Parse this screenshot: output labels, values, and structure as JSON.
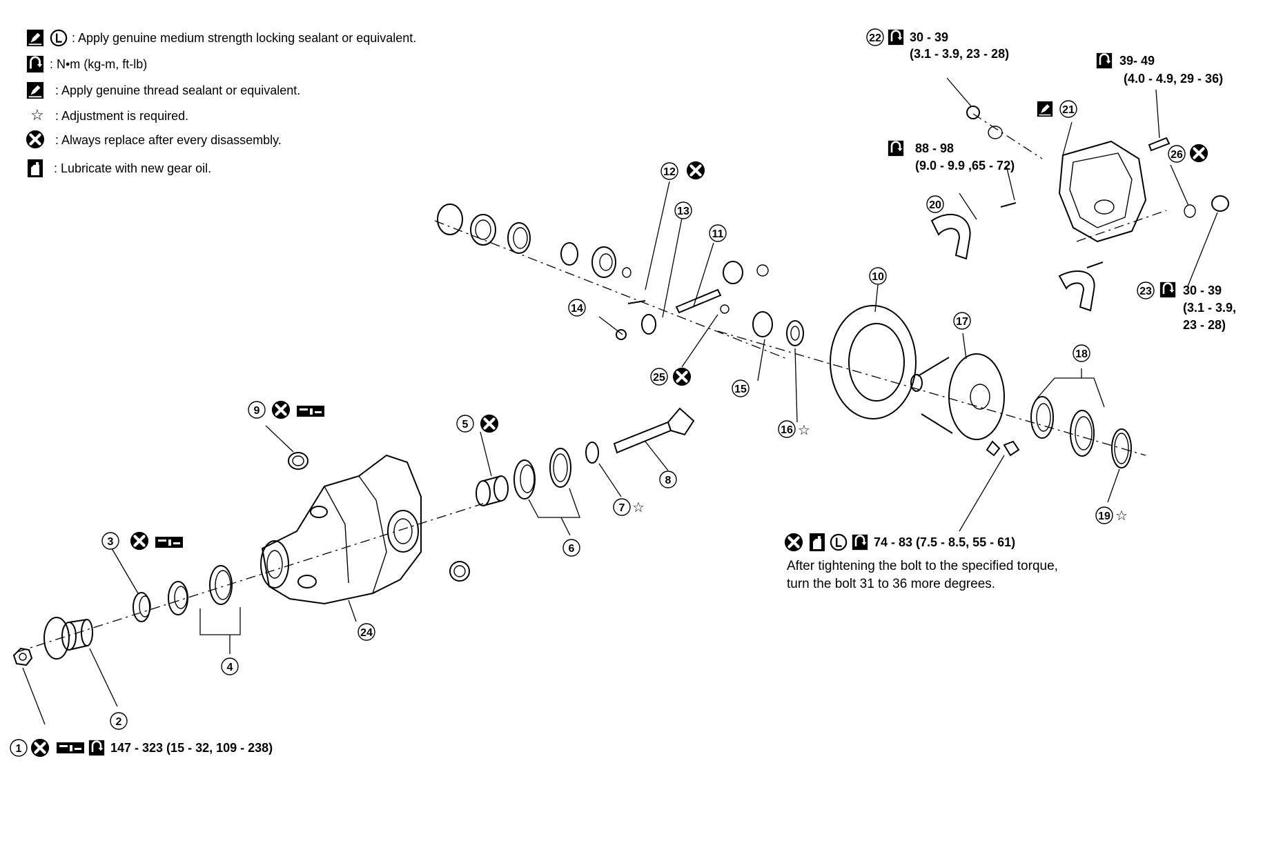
{
  "legend": [
    {
      "symbols": [
        "sealant-icon",
        "locking-l-icon"
      ],
      "text": ": Apply genuine medium strength locking sealant or equivalent."
    },
    {
      "symbols": [
        "torque-icon"
      ],
      "text": ": N•m  (kg-m,  ft-lb)"
    },
    {
      "symbols": [
        "sealant-icon"
      ],
      "text": ":  Apply genuine thread sealant or equivalent."
    },
    {
      "symbols": [
        "star-icon"
      ],
      "text": ":  Adjustment is required."
    },
    {
      "symbols": [
        "replace-icon"
      ],
      "text": ":  Always replace after every disassembly."
    },
    {
      "symbols": [
        "oil-can-icon"
      ],
      "text": ": Lubricate with new gear oil."
    }
  ],
  "callouts": [
    "1",
    "2",
    "3",
    "4",
    "5",
    "6",
    "7",
    "8",
    "9",
    "10",
    "11",
    "12",
    "13",
    "14",
    "15",
    "16",
    "17",
    "18",
    "19",
    "20",
    "21",
    "22",
    "23",
    "24",
    "25",
    "26"
  ],
  "torque_specs": {
    "c22": {
      "line1": "30 - 39",
      "line2": "(3.1 - 3.9, 23 - 28)"
    },
    "bolt": {
      "line1": "39- 49",
      "line2": "(4.0 -  4.9, 29 - 36)"
    },
    "cap": {
      "line1": "88 - 98",
      "line2": "(9.0 - 9.9 ,65 - 72)"
    },
    "c23": {
      "line1": "30 - 39",
      "line2": "(3.1 - 3.9,",
      "line3": "23 - 28)"
    },
    "c1": "147 - 323 (15 - 32, 109 - 238)",
    "ring_bolt": "74 - 83 (7.5 - 8.5, 55 - 61)"
  },
  "ring_bolt_note": {
    "line1": "After tightening the bolt to the specified torque,",
    "line2": "turn the bolt 31 to 36 more degrees."
  },
  "star_symbol": "☆"
}
